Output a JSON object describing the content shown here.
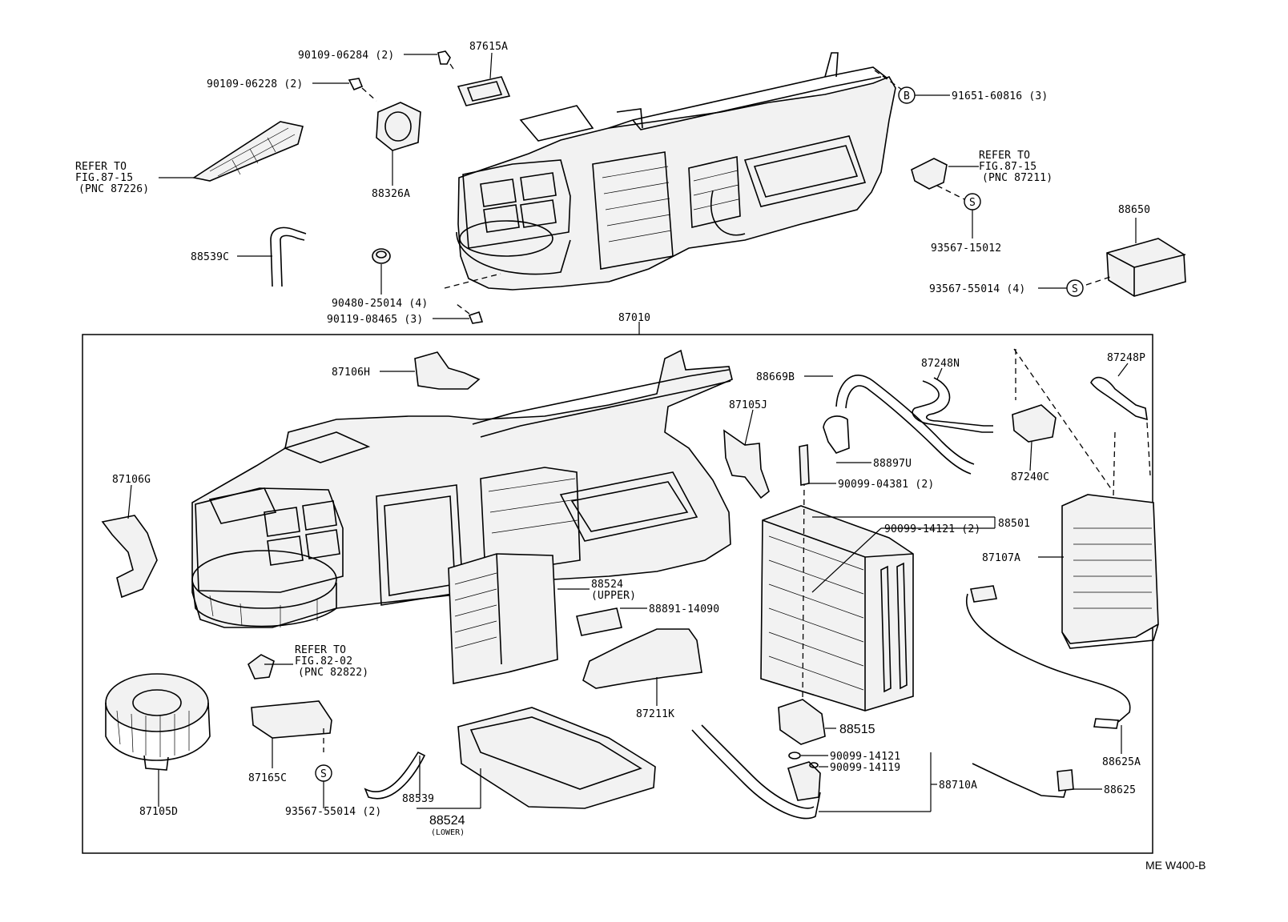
{
  "labels": {
    "p90109_06284": "90109-06284 (2)",
    "p87615a": "87615A",
    "p90109_06228": "90109-06228 (2)",
    "p91651_60816": "91651-60816 (3)",
    "refer_87226_1": "REFER TO",
    "refer_87226_2": "FIG.87-15",
    "refer_87226_3": "(PNC 87226)",
    "p88326a": "88326A",
    "refer_87211_1": "REFER TO",
    "refer_87211_2": "FIG.87-15",
    "refer_87211_3": "(PNC 87211)",
    "p93567_15012": "93567-15012",
    "p88650": "88650",
    "p88539c": "88539C",
    "p93567_55014_4": "93567-55014 (4)",
    "p90480_25014": "90480-25014 (4)",
    "p90119_08465": "90119-08465 (3)",
    "p87010": "87010",
    "p87106h": "87106H",
    "p88669b": "88669B",
    "p87248n": "87248N",
    "p87248p": "87248P",
    "p87105j": "87105J",
    "p88897u": "88897U",
    "p87106g": "87106G",
    "p90099_04381": "90099-04381 (2)",
    "p87240c": "87240C",
    "p90099_14121_2": "90099-14121 (2)",
    "p88501": "88501",
    "p87107a": "87107A",
    "p88524_upper_1": "88524",
    "p88524_upper_2": "(UPPER)",
    "p88891_14090": "88891-14090",
    "refer_82822_1": "REFER TO",
    "refer_82822_2": "FIG.82-02",
    "refer_82822_3": "(PNC 82822)",
    "p87211k": "87211K",
    "p88515": "88515",
    "p88625a": "88625A",
    "p87165c": "87165C",
    "p90099_14121": "90099-14121",
    "p90099_14119": "90099-14119",
    "p88710a": "88710A",
    "p88625": "88625",
    "p87105d": "87105D",
    "p93567_55014_2": "93567-55014 (2)",
    "p88539": "88539",
    "p88524_lower_1": "88524",
    "p88524_lower_2": "(LOWER)",
    "badge_b": "B",
    "badge_s1": "S",
    "badge_s2": "S",
    "badge_s3": "S",
    "footer_code": "ME W400-B"
  }
}
